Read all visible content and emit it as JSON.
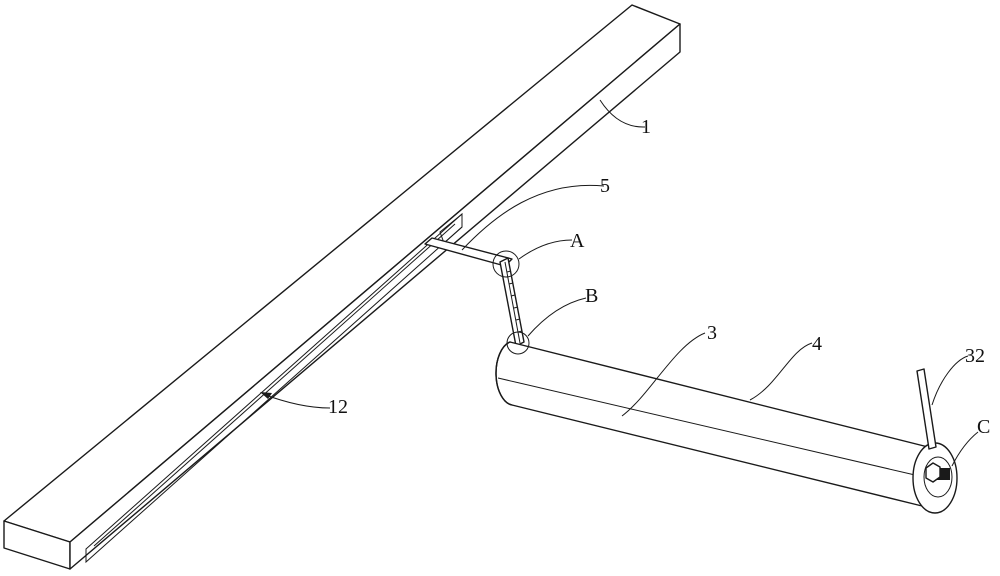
{
  "labels": {
    "beam": "1",
    "slot": "12",
    "link": "5",
    "roller_body": "3",
    "roller_surface": "4",
    "handle": "32",
    "detail_a": "A",
    "detail_b": "B",
    "detail_c": "C"
  },
  "colors": {
    "line": "#1a1a1a",
    "background": "#ffffff"
  }
}
